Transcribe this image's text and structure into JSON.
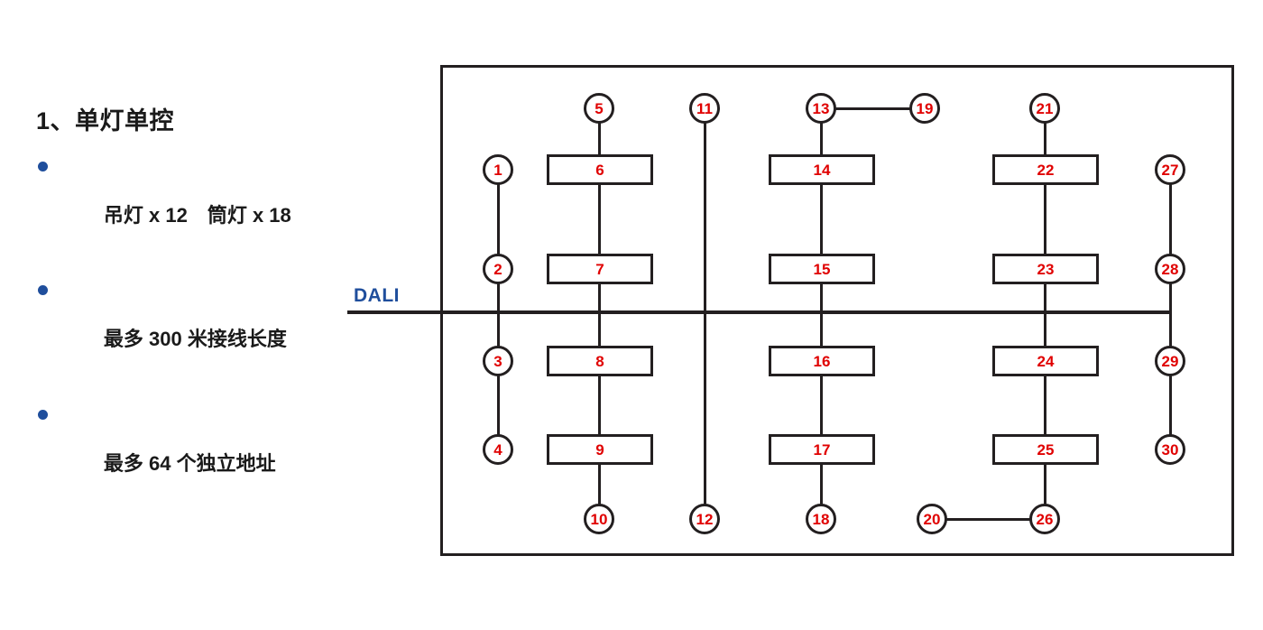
{
  "legend": {
    "title": "1、单灯单控",
    "items": [
      "吊灯 x 12　筒灯 x 18",
      "最多 300 米接线长度",
      "最多 64 个独立地址"
    ]
  },
  "diagram": {
    "bus_label": "DALI",
    "accent_number_color": "#e00000",
    "line_color": "#231f20",
    "label_color": "#1f4e9c",
    "nodes": {
      "circles": [
        "1",
        "2",
        "3",
        "4",
        "5",
        "10",
        "11",
        "12",
        "13",
        "18",
        "19",
        "20",
        "21",
        "26",
        "27",
        "28",
        "29",
        "30"
      ],
      "rectangles": [
        "6",
        "7",
        "8",
        "9",
        "14",
        "15",
        "16",
        "17",
        "22",
        "23",
        "24",
        "25"
      ]
    },
    "circle_labels": {
      "n1": "1",
      "n2": "2",
      "n3": "3",
      "n4": "4",
      "n5": "5",
      "n10": "10",
      "n11": "11",
      "n12": "12",
      "n13": "13",
      "n18": "18",
      "n19": "19",
      "n20": "20",
      "n21": "21",
      "n26": "26",
      "n27": "27",
      "n28": "28",
      "n29": "29",
      "n30": "30"
    },
    "rect_labels": {
      "n6": "6",
      "n7": "7",
      "n8": "8",
      "n9": "9",
      "n14": "14",
      "n15": "15",
      "n16": "16",
      "n17": "17",
      "n22": "22",
      "n23": "23",
      "n24": "24",
      "n25": "25"
    }
  }
}
